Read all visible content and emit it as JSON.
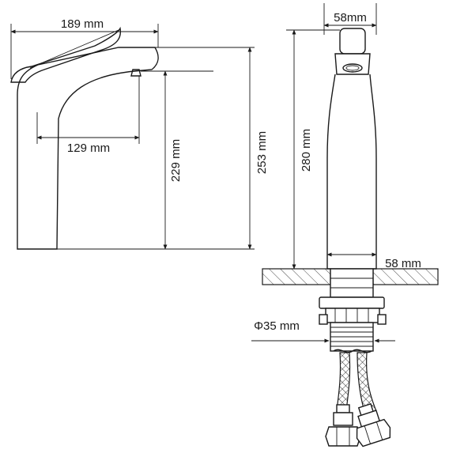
{
  "dimensions": {
    "top_width": "189 mm",
    "base_top_width": "58mm",
    "spout_reach": "129 mm",
    "spout_height": "229 mm",
    "total_height": "253 mm",
    "body_height": "280 mm",
    "base_bottom_width": "58 mm",
    "hose_diameter": "Φ35 mm"
  },
  "colors": {
    "line": "#1a1a1a",
    "background": "#ffffff"
  }
}
